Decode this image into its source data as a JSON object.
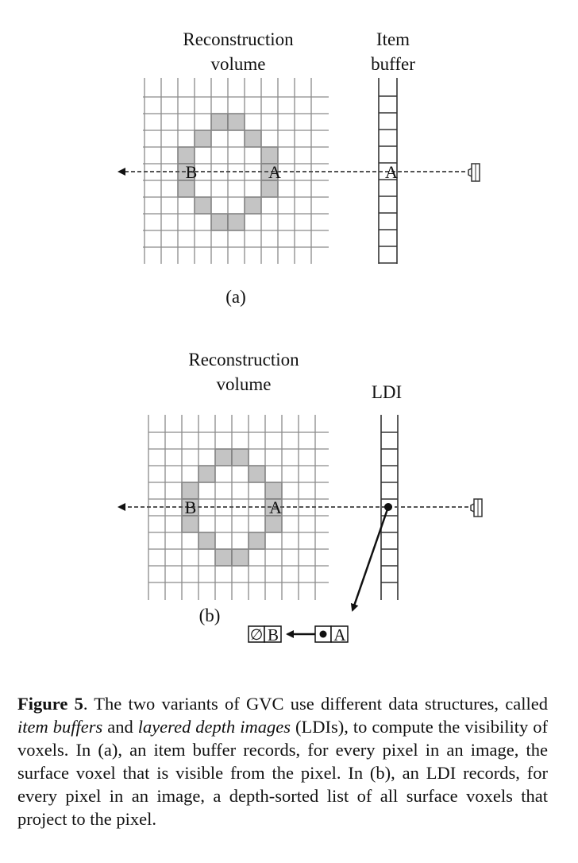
{
  "panel_a": {
    "title_line1": "Reconstruction",
    "title_line2": "volume",
    "buffer_line1": "Item",
    "buffer_line2": "buffer",
    "voxel_b": "B",
    "voxel_a": "A",
    "buffer_hit": "A",
    "sublabel": "(a)"
  },
  "panel_b": {
    "title_line1": "Reconstruction",
    "title_line2": "volume",
    "buffer_label": "LDI",
    "voxel_b": "B",
    "voxel_a": "A",
    "sublabel": "(b)",
    "list": {
      "null_symbol": "∅",
      "first": "B",
      "second": "A"
    }
  },
  "caption": {
    "label": "Figure 5",
    "text_1": ". The two variants of GVC use different data structures, called ",
    "term_1": "item buffers",
    "text_2": " and ",
    "term_2": "layered depth images",
    "text_3": " (LDIs), to compute the visibility of voxels. In (a), an item buffer records, for every pixel in an image, the surface voxel that is visible from the pixel. In (b), an LDI records, for every pixel in an image, a depth-sorted list of all surface voxels that project to the pixel."
  }
}
